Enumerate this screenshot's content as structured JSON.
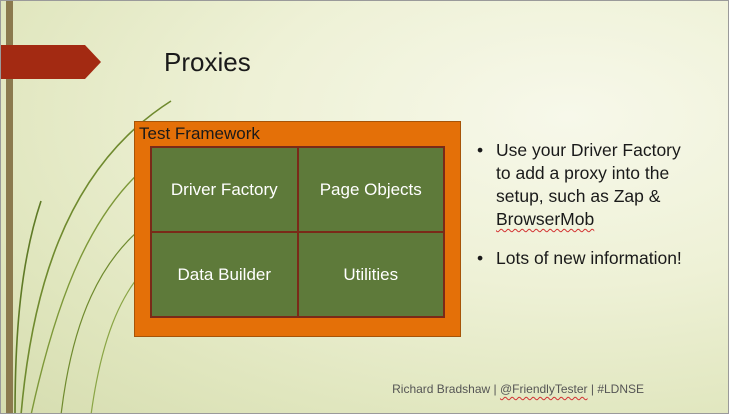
{
  "slide": {
    "title": "Proxies",
    "framework": {
      "label": "Test Framework",
      "components": [
        "Driver Factory",
        "Page Objects",
        "Data Builder",
        "Utilities"
      ]
    },
    "bullets": [
      {
        "text": "Use your Driver Factory to add a proxy into the setup, such as Zap & ",
        "squiggle_text": "BrowserMob"
      },
      {
        "text": "Lots of new information!",
        "squiggle_text": ""
      }
    ],
    "footer": {
      "author": "Richard Bradshaw",
      "separator": " | ",
      "handle": "@FriendlyTester",
      "hashtag": "#LDNSE"
    },
    "colors": {
      "title_arrow": "#a32a12",
      "framework_box": "#e47008",
      "component_cell": "#5e7a3a",
      "cell_border": "#7a2a18",
      "swoosh": "#6f8a2e"
    }
  }
}
